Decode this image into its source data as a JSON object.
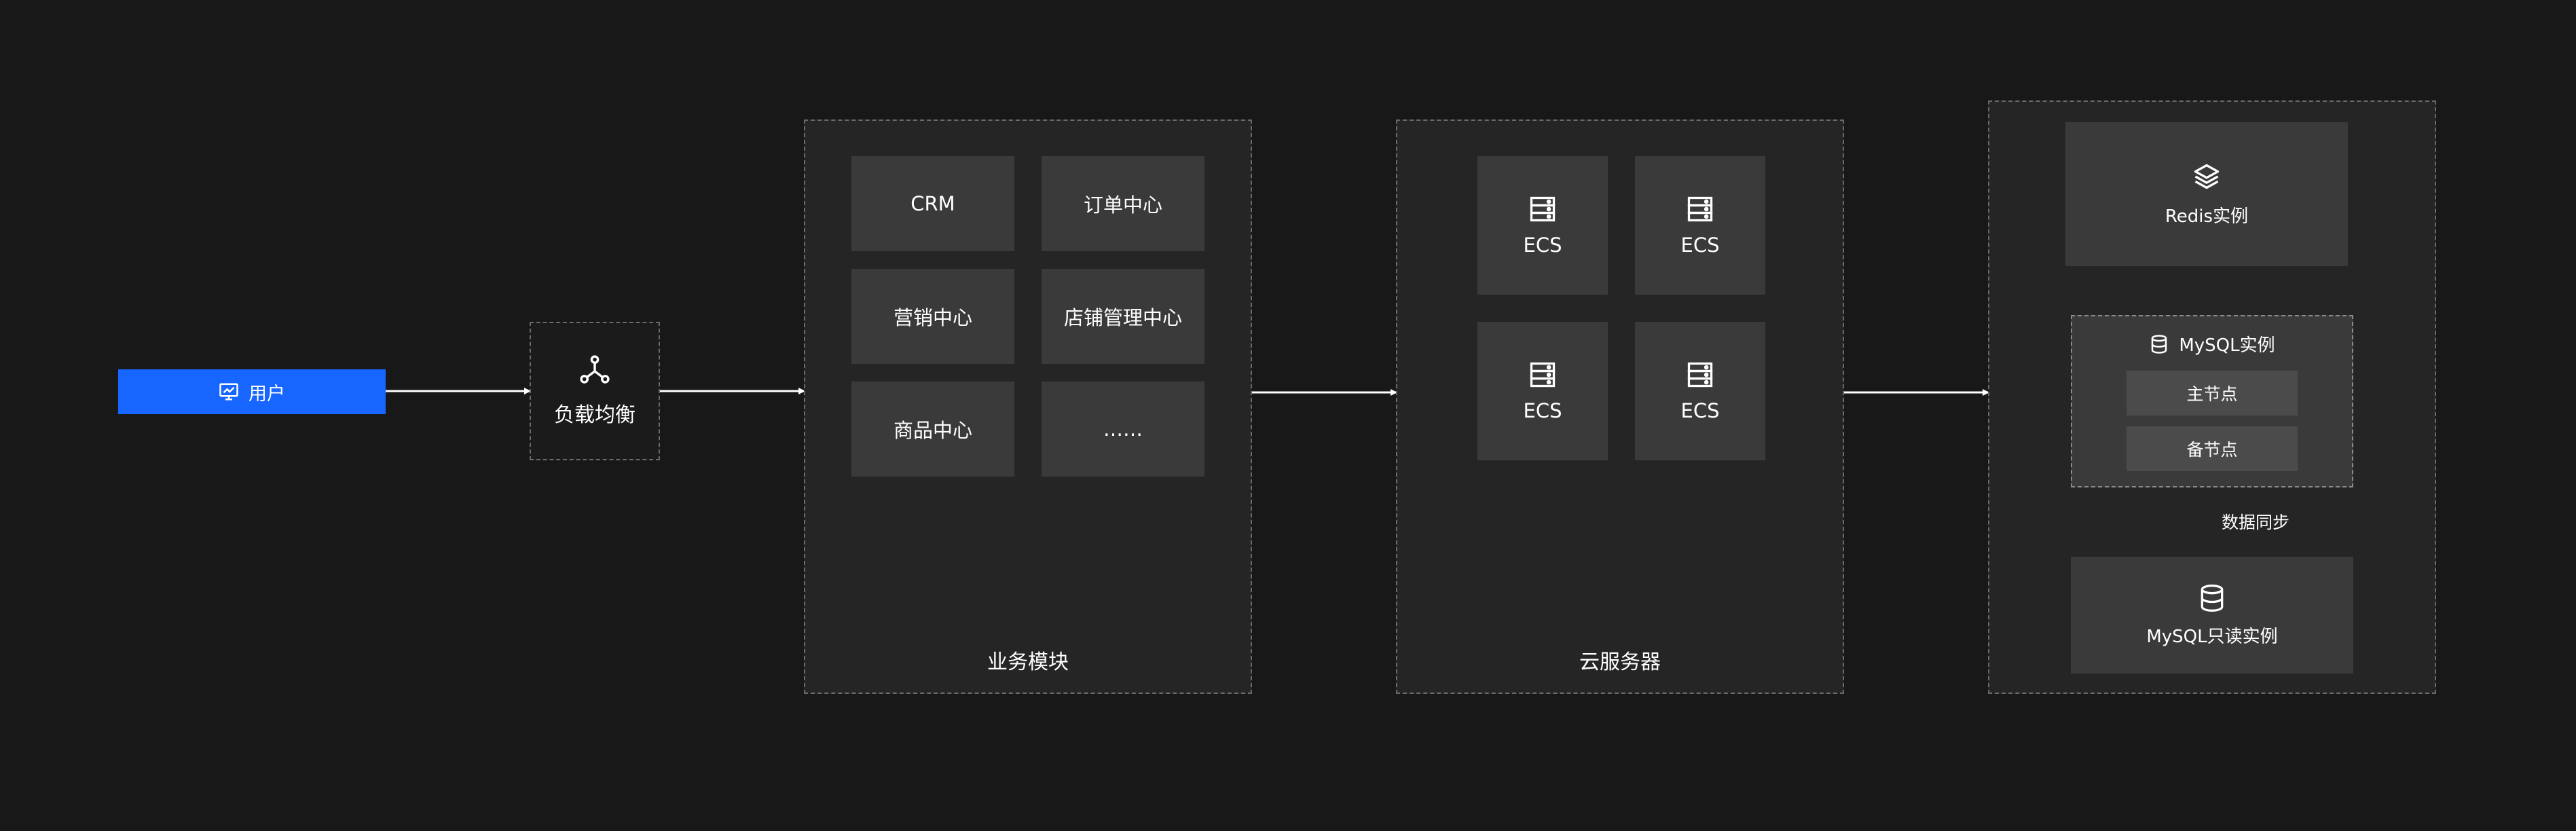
{
  "colors": {
    "background": "#181818",
    "panel": "#252525",
    "tile": "#3a3a3a",
    "accent": "#1766ff",
    "dashed_border": "#6a6a6a",
    "line": "#ffffff"
  },
  "user": {
    "label": "用户",
    "icon": "monitor-chart-icon"
  },
  "load_balancer": {
    "label": "负载均衡",
    "icon": "network-nodes-icon"
  },
  "business": {
    "title": "业务模块",
    "modules": [
      "CRM",
      "订单中心",
      "营销中心",
      "店铺管理中心",
      "商品中心",
      "……"
    ]
  },
  "cloud": {
    "title": "云服务器",
    "servers": [
      "ECS",
      "ECS",
      "ECS",
      "ECS"
    ],
    "icon": "server-icon"
  },
  "storage": {
    "redis": {
      "label": "Redis实例",
      "icon": "layers-icon"
    },
    "mysql": {
      "label": "MySQL实例",
      "icon": "database-icon",
      "primary": "主节点",
      "standby": "备节点"
    },
    "sync_label": "数据同步",
    "mysql_readonly": {
      "label": "MySQL只读实例",
      "icon": "database-icon"
    }
  }
}
